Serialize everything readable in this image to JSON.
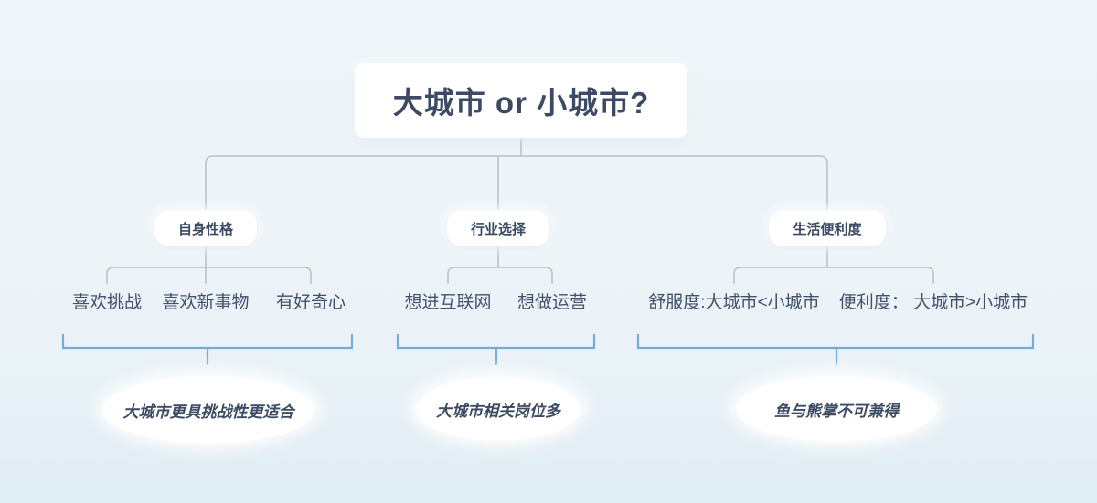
{
  "meta": {
    "type": "mindmap-decision-tree"
  },
  "colors": {
    "background_top": "#eff6fa",
    "background_bottom": "#e0edf4",
    "card_white": "#ffffff",
    "ink": "#3d4a63",
    "connector_gray": "#b6c2cb",
    "bracket_blue": "#72acd8"
  },
  "title": {
    "label": "大城市 or 小城市?"
  },
  "branches": [
    {
      "label": "自身性格",
      "leaves": [
        "喜欢挑战",
        "喜欢新事物",
        "有好奇心"
      ],
      "conclusion": "大城市更具挑战性更适合"
    },
    {
      "label": "行业选择",
      "leaves": [
        "想进互联网",
        "想做运营"
      ],
      "conclusion": "大城市相关岗位多"
    },
    {
      "label": "生活便利度",
      "leaves": [
        "舒服度:大城市<小城市",
        "便利度： 大城市>小城市"
      ],
      "conclusion": "鱼与熊掌不可兼得"
    }
  ]
}
